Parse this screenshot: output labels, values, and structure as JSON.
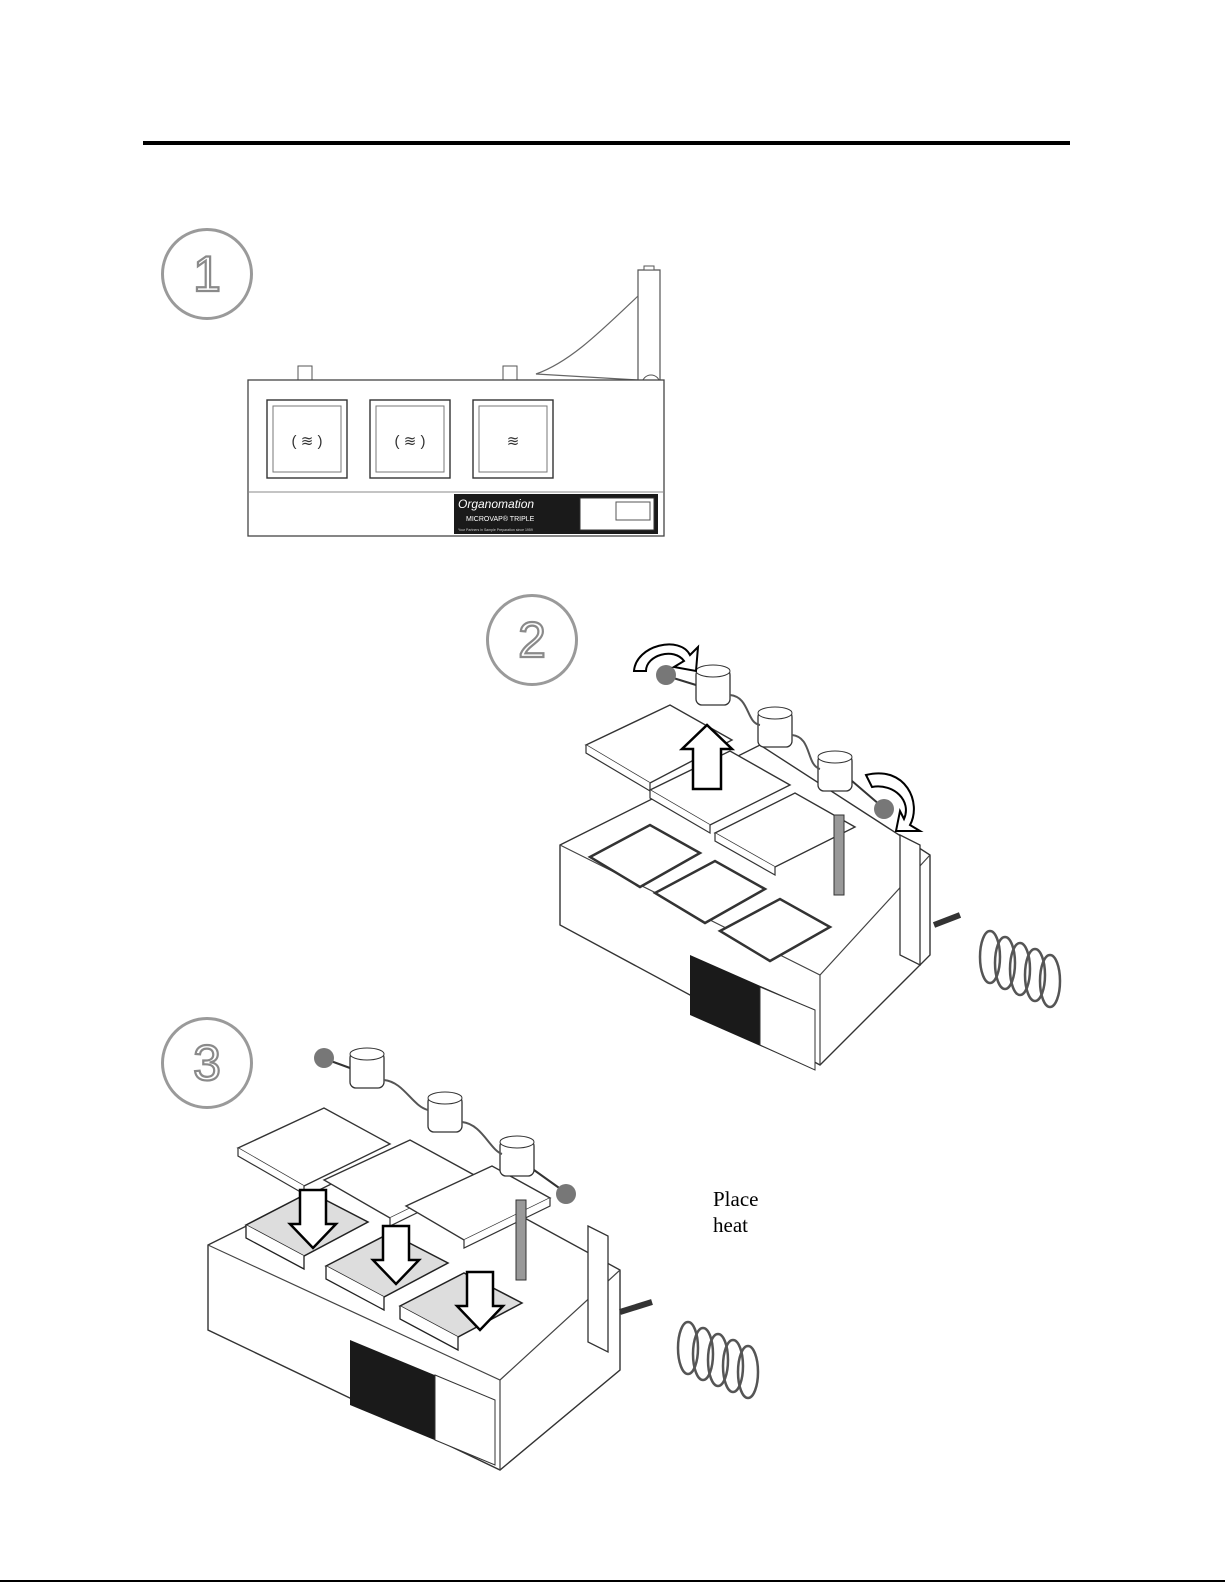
{
  "steps": [
    {
      "number": "1"
    },
    {
      "number": "2"
    },
    {
      "number": "3"
    }
  ],
  "device": {
    "brand": "Organomation",
    "model": "MICROVAP® TRIPLE",
    "tagline": "Your Partners in Sample Preparation since 1959"
  },
  "caption": {
    "line1": "Place",
    "line2": "heat"
  },
  "icons": {
    "heater": "heat-waves-icon",
    "rotate": "curved-rotate-arrow-icon",
    "up": "up-arrow-icon",
    "down": "down-arrow-icon"
  }
}
